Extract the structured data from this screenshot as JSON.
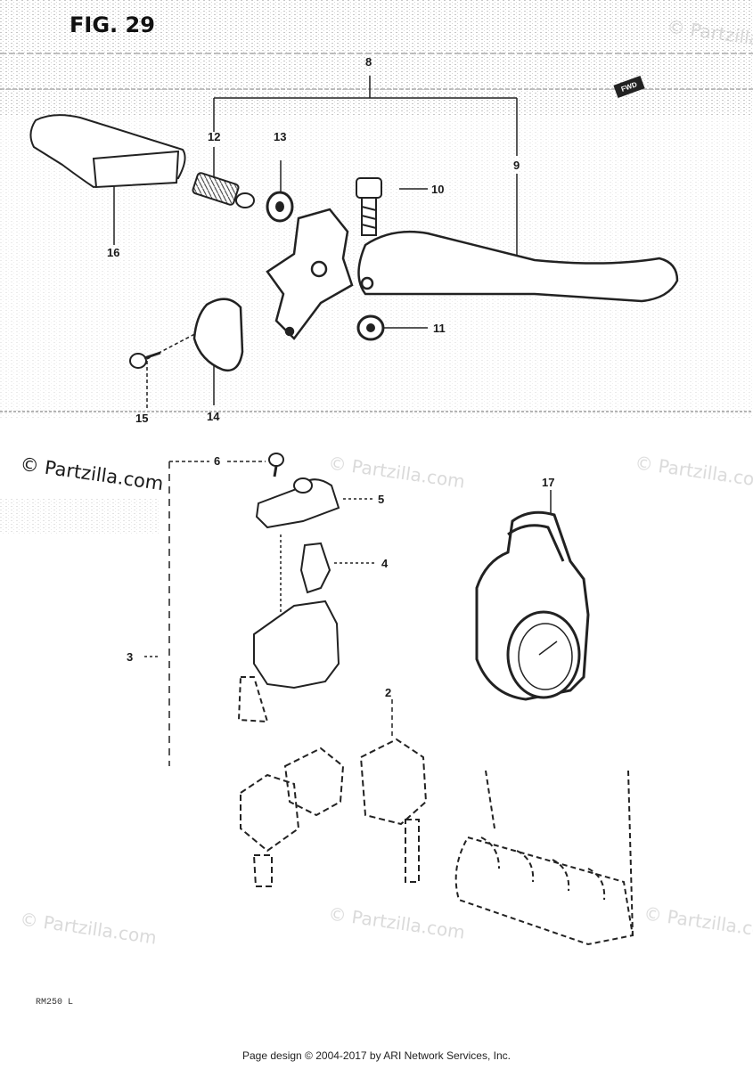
{
  "figure": {
    "title": "FIG. 29",
    "forward_badge": "FWD"
  },
  "callouts": {
    "c2": "2",
    "c3": "3",
    "c4": "4",
    "c5": "5",
    "c6": "6",
    "c8": "8",
    "c9": "9",
    "c10": "10",
    "c11": "11",
    "c12": "12",
    "c13": "13",
    "c14": "14",
    "c15": "15",
    "c16": "16",
    "c17": "17"
  },
  "watermarks": {
    "primary": "© Partzilla.com",
    "faded": "© Partzilla.com"
  },
  "page_ref": "RM250 L",
  "footer": "Page design © 2004-2017 by ARI Network Services, Inc."
}
